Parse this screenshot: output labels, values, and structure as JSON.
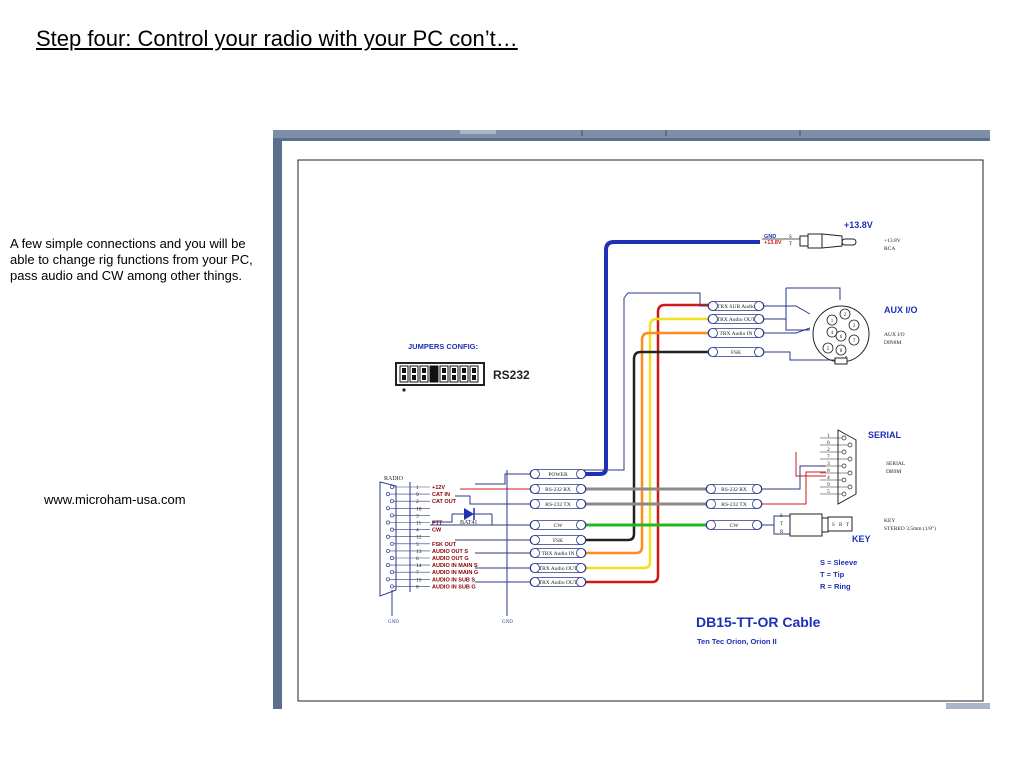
{
  "slide": {
    "title": "Step four: Control your radio with your PC con’t…",
    "description": "A few simple connections and you will be able to change rig functions from your PC, pass audio and CW among other things.",
    "url": "www.microham-usa.com"
  },
  "diagram": {
    "jumpers_title": "JUMPERS CONFIG:",
    "jumpers_mode": "RS232",
    "power_label": "+13.8V",
    "power_gnd": "GND",
    "power_pos": "+13.8V",
    "power_s": "S",
    "power_t": "T",
    "rca_line1": "+13.8V",
    "rca_line2": "RCA",
    "aux_title": "AUX I/O",
    "aux_line1": "AUX I/O",
    "aux_line2": "DIN8M",
    "serial_title": "SERIAL",
    "serial_line1": "SERIAL",
    "serial_line2": "DB9M",
    "key_title": "KEY",
    "key_line1": "KEY",
    "key_line2": "STEREO 3.5mm (1/8\")",
    "radio_label": "RADIO",
    "gnd_label": "GND",
    "diode_label": "BAT41",
    "cable_title": "DB15-TT-OR Cable",
    "cable_subtitle": "Ten Tec Orion, Orion II",
    "legend_s": "S = Sleeve",
    "legend_t": "T = Tip",
    "legend_r": "R = Ring",
    "aux_boxes": [
      "TRX SUB Audio",
      "TRX Audio OUT",
      "TRX Audio IN",
      "FSK"
    ],
    "center_boxes": [
      "POWER",
      "RS-232 RX",
      "RS-232 TX",
      "CW",
      "FSK",
      "TRX Audio IN",
      "TRX Audio OUT",
      "TRX Audio OUT"
    ],
    "right_boxes": [
      "RS-232 RX",
      "RS-232 TX",
      "CW"
    ],
    "db15_pins": [
      {
        "num": "1",
        "sig": "+12V"
      },
      {
        "num": "9",
        "sig": "CAT IN"
      },
      {
        "num": "2",
        "sig": "CAT OUT"
      },
      {
        "num": "10",
        "sig": ""
      },
      {
        "num": "3",
        "sig": ""
      },
      {
        "num": "11",
        "sig": "PTT"
      },
      {
        "num": "4",
        "sig": "CW"
      },
      {
        "num": "12",
        "sig": ""
      },
      {
        "num": "5",
        "sig": "FSK OUT"
      },
      {
        "num": "13",
        "sig": "AUDIO OUT S"
      },
      {
        "num": "6",
        "sig": "AUDIO OUT G"
      },
      {
        "num": "14",
        "sig": "AUDIO IN MAIN S"
      },
      {
        "num": "7",
        "sig": "AUDIO IN MAIN G"
      },
      {
        "num": "15",
        "sig": "AUDIO IN SUB S"
      },
      {
        "num": "8",
        "sig": "AUDIO IN SUB G"
      }
    ],
    "din_pins": [
      "1",
      "2",
      "3",
      "4",
      "5",
      "6",
      "7",
      "8"
    ],
    "db9_pins": [
      "1",
      "6",
      "2",
      "7",
      "3",
      "8",
      "4",
      "9",
      "5"
    ],
    "key_pins": [
      "S",
      "T",
      "R"
    ],
    "key_plug": [
      "S",
      "R",
      "T"
    ],
    "wire_colors": {
      "power": "#1f2fb8",
      "rs232": "#8a8a8a",
      "cw": "#22b822",
      "fsk": "#222222",
      "audio_in": "#ff8c1a",
      "audio_out": "#f0e020",
      "sub_audio": "#d01818",
      "thin": "#2a3a8a"
    }
  }
}
